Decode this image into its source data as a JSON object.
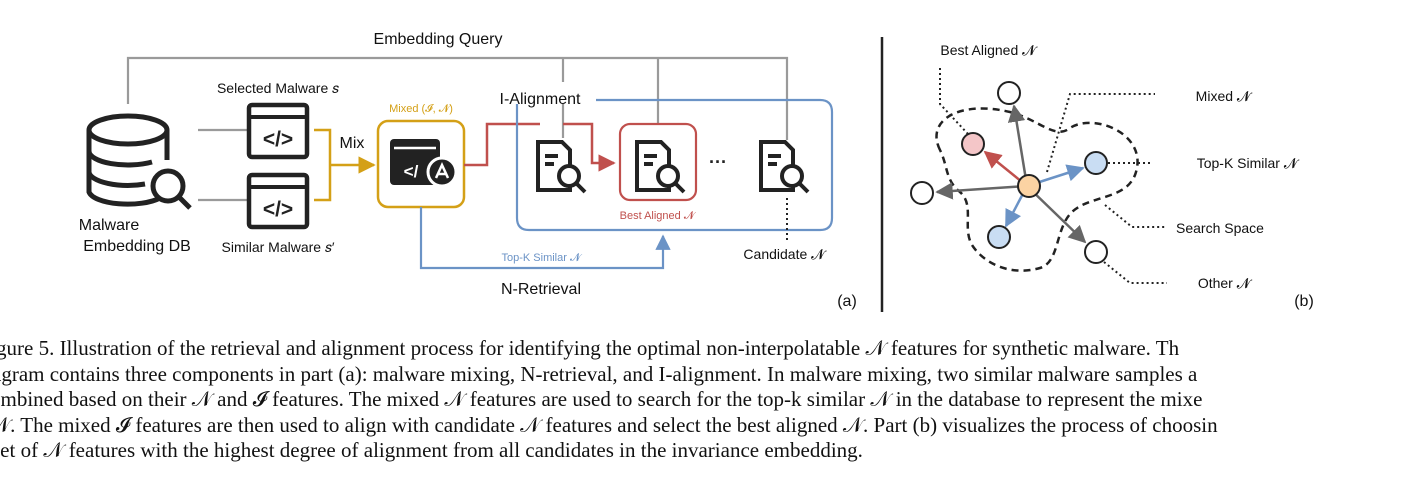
{
  "panel_a": {
    "embedding_query": "Embedding Query",
    "selected_malware": "Selected Malware 𝑠",
    "similar_malware": "Similar Malware 𝑠′",
    "db_label_line1": "Malware",
    "db_label_line2": "Embedding DB",
    "mix": "Mix",
    "mixed": "Mixed (𝓘, 𝓝)",
    "i_alignment": "I-Alignment",
    "ellipsis": "···",
    "best_aligned": "Best Aligned 𝓝",
    "top_k": "Top-K Similar 𝓝",
    "candidate": "Candidate 𝓝",
    "n_retrieval": "N-Retrieval",
    "panel_label": "(a)"
  },
  "panel_b": {
    "best_aligned": "Best Aligned 𝓝",
    "mixed": "Mixed 𝓝",
    "top_k": "Top-K Similar 𝓝",
    "search_space": "Search Space",
    "other": "Other 𝓝",
    "panel_label": "(b)"
  },
  "caption": {
    "lines": [
      "gure 5.  Illustration of the retrieval and alignment process for identifying the optimal non-interpolatable 𝒩 features for synthetic malware. Th",
      "agram contains three components in part (a): malware mixing, N-retrieval, and I-alignment. In malware mixing, two similar malware samples a",
      "ombined based on their 𝒩 and 𝓘 features. The mixed 𝒩 features are used to search for the top-k similar 𝒩 in the database to represent the mixe",
      "𝒩. The mixed 𝓘 features are then used to align with candidate 𝒩 features and select the best aligned 𝒩. Part (b) visualizes the process of choosin",
      "set of 𝒩 features with the highest degree of alignment from all candidates in the invariance embedding."
    ]
  },
  "colors": {
    "gold": "#d4a017",
    "red": "#c0504d",
    "blue": "#6b93c6",
    "gray": "#9a9a9a",
    "dark": "#222222",
    "red_fill": "#f4c6c8",
    "blue_fill": "#c9ddf3",
    "orange_fill": "#fbd3a3"
  }
}
